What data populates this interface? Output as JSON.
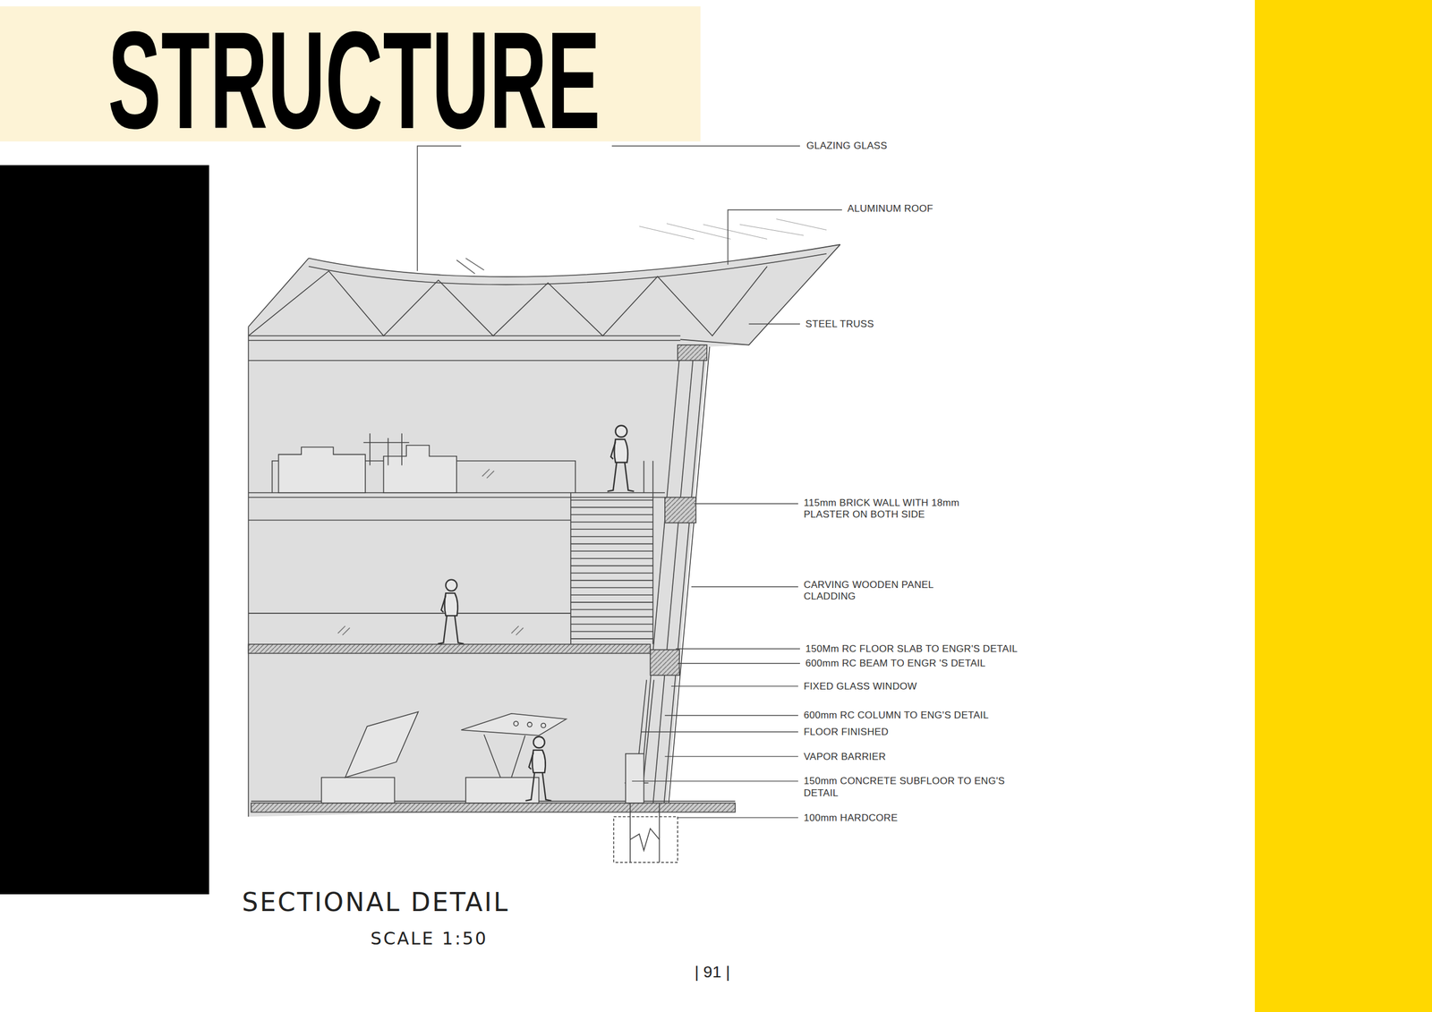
{
  "diagram": {
    "title": "STRUCTURE",
    "caption": "SECTIONAL DETAIL",
    "labels": [
      "GLAZING GLASS",
      "ALUMINUM ROOF",
      "STEEL TRUSS",
      "115mm BRICK WALL WITH 18mm PLASTER ON BOTH SIDE",
      "CARVING WOODEN PANEL CLADDING",
      "150Mm RC FLOOR SLAB TO ENGR'S DETAIL",
      "600mm RC BEAM TO ENGR 'S DETAIL",
      "FIXED GLASS WINDOW",
      "600mm RC COLUMN TO ENG'S DETAIL",
      "FLOOR FINISHED",
      "VAPOR BARRIER",
      "150mm CONCRETE SUBFLOOR TO ENG'S DETAIL",
      "100mm HARDCORE",
      "SCALE 1:50",
      "| 91 |"
    ]
  }
}
